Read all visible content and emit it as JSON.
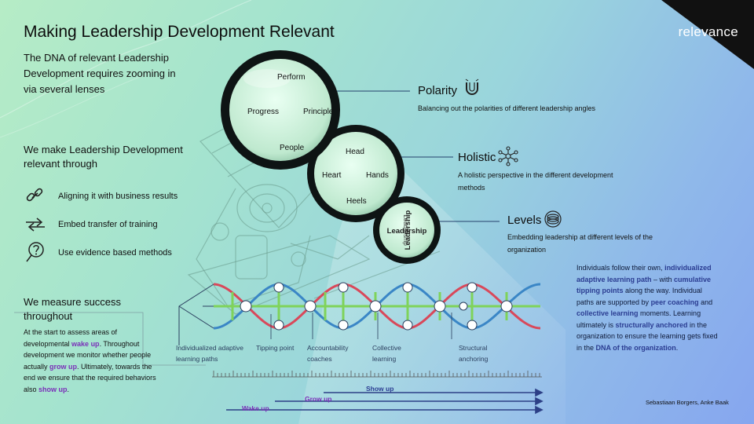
{
  "title": "Making Leadership Development Relevant",
  "intro": "The DNA of relevant Leadership Development requires zooming in via several lenses",
  "logo": "relevance",
  "relevant_heading": "We make Leadership Development relevant through",
  "relevant_items": [
    {
      "icon": "chain-link-icon",
      "label": "Aligning it with business results"
    },
    {
      "icon": "transfer-arrows-icon",
      "label": "Embed transfer of training"
    },
    {
      "icon": "magnifier-question-icon",
      "label": "Use evidence based methods"
    }
  ],
  "measure_heading": "We measure success throughout",
  "measure_text": {
    "p1": "At the start to assess areas of developmental ",
    "wake_up": "wake up",
    "p2": ". Throughout development we monitor whether people actually ",
    "grow_up": "grow up",
    "p3": ". Ultimately, towards the end we ensure that the required behaviors also ",
    "show_up": "show up",
    "p4": "."
  },
  "lenses": {
    "polarity": {
      "words": [
        "Perform",
        "Progress",
        "Principle",
        "People"
      ],
      "heading": "Polarity",
      "icon": "magnet-icon",
      "desc": "Balancing out the polarities of different leadership angles"
    },
    "holistic": {
      "words": [
        "Head",
        "Heart",
        "Hands",
        "Heels"
      ],
      "heading": "Holistic",
      "icon": "network-icon",
      "desc": "A holistic perspective in the different development methods"
    },
    "levels": {
      "heading": "Levels",
      "icon": "layers-icon",
      "desc": "Embedding leadership at different levels of the organization"
    }
  },
  "right_text": {
    "a": "Individuals follow their own, ",
    "b": "individualized adaptive learning path",
    "c": " – with ",
    "d": "cumulative tipping points",
    "e": " along the way. Individual paths are supported by ",
    "f": "peer coaching",
    "g": " and ",
    "h": "collective learning",
    "i": " moments. Learning ultimately is ",
    "j": "structurally anchored",
    "k": " in the organization to ensure the learning gets fixed in the ",
    "l": "DNA of the organization",
    "m": "."
  },
  "strand_labels": [
    "Individualized adaptive learning paths",
    "Tipping point",
    "Accountability coaches",
    "Collective learning",
    "Structural anchoring"
  ],
  "bars": {
    "show_up": "Show up",
    "grow_up": "Grow up",
    "wake_up": "Wake up"
  },
  "credit": "Sebastiaan Borgers, Anke Baak",
  "colors": {
    "purple": "#7a2fb8",
    "navy": "#2b3d92",
    "strand_red": "#d9485a",
    "strand_blue": "#3a86c6",
    "rung_green": "#7fd35a"
  }
}
